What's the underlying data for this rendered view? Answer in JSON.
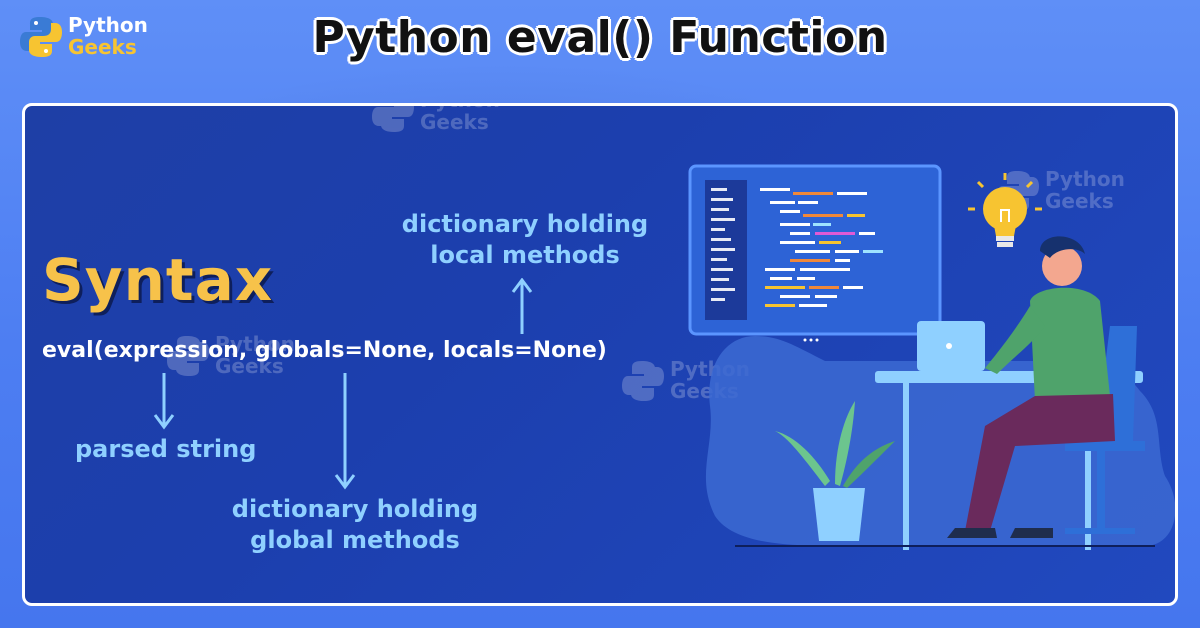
{
  "brand": {
    "line1": "Python",
    "line2": "Geeks",
    "colors": {
      "blue": "#2f79c9",
      "yellow": "#f7c431"
    }
  },
  "title": "Python eval() Function",
  "syntax": {
    "heading": "Syntax",
    "code": "eval(expression, globals=None, locals=None)"
  },
  "labels": {
    "expression": "parsed string",
    "globals_line1": "dictionary holding",
    "globals_line2": "global methods",
    "locals_line1": "dictionary holding",
    "locals_line2": "local methods"
  },
  "watermark": {
    "line1": "Python",
    "line2": "Geeks"
  },
  "colors": {
    "card_bg": "#1e3fa6",
    "heading": "#f7c24a",
    "label": "#8fd0ff",
    "page_bg": "#5f8ff7"
  },
  "icons": [
    "python-logo-icon",
    "lightbulb-icon",
    "monitor-code-illustration",
    "developer-illustration",
    "plant-illustration"
  ]
}
